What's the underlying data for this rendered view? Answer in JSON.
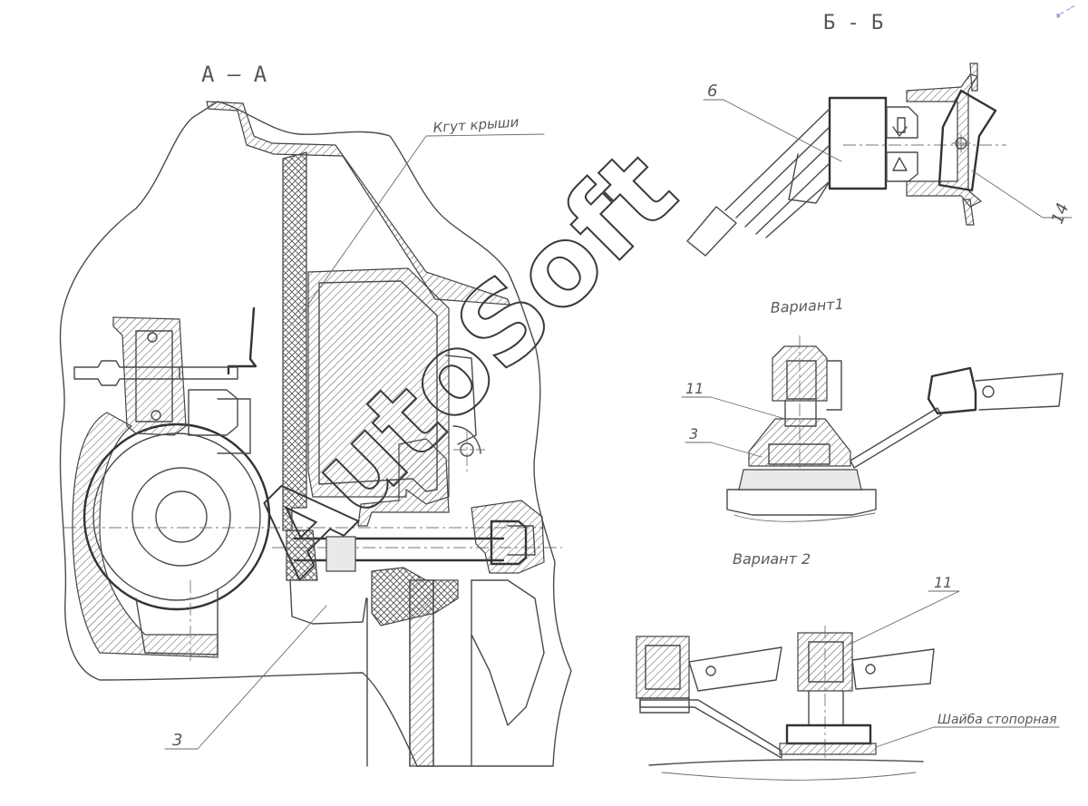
{
  "sections": {
    "aa": "А – А",
    "bb": "Б - Б"
  },
  "labels": {
    "roof_bracket": "Кгут крыши",
    "variant1": "Вариант1",
    "variant2": "Вариант 2",
    "lock_washer": "Шайба стопорная"
  },
  "callouts": {
    "c6": "6",
    "c14": "14",
    "c11a": "11",
    "c3a": "3",
    "c11b": "11",
    "c3b": "3"
  },
  "watermark": "AutoSoft",
  "corner_mark": "a~ ~~"
}
